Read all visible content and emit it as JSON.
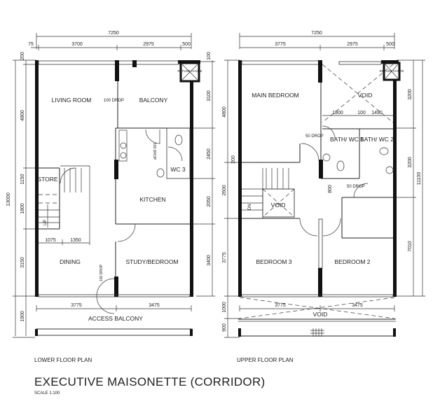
{
  "title": "EXECUTIVE MAISONETTE (CORRIDOR)",
  "scale": "SCALE   1:100",
  "lower": {
    "caption": "LOWER FLOOR PLAN",
    "rooms": {
      "living": "LIVING ROOM",
      "balcony": "BALCONY",
      "wc3": "WC 3",
      "kitchen": "KITCHEN",
      "store": "STORE",
      "dining": "DINING",
      "study": "STUDY/BEDROOM",
      "access": "ACCESS BALCONY",
      "refuse": "REFUSE CHUTE",
      "up": "UP"
    },
    "notes": {
      "drop1": "100 DROP",
      "drop2": "100 DROP",
      "drop3": "100 DROP"
    },
    "dims": {
      "total_w": "7250",
      "w75": "75",
      "w3700": "3700",
      "w2975": "2975",
      "w500": "500",
      "b3775": "3775",
      "b3475": "3475",
      "s1075": "1075",
      "s1350": "1350",
      "total_h": "13000",
      "l200": "200",
      "l4800": "4800",
      "l1150": "1150",
      "l1800": "1800",
      "l3150": "3150",
      "l1900": "1900",
      "r100": "100",
      "r3100": "3100",
      "r2450": "2450",
      "r2050": "2050",
      "r3400": "3400"
    }
  },
  "upper": {
    "caption": "UPPER FLOOR PLAN",
    "rooms": {
      "main": "MAIN BEDROOM",
      "void_top": "VOID",
      "bath1": "BATH/ WC 1",
      "bath2": "BATH/ WC 2",
      "void_stair": "VOID",
      "bed3": "BEDROOM 3",
      "bed2": "BEDROOM 2",
      "void_bottom": "VOID",
      "refuse": "REFUSE CHUTE",
      "dn": "DN"
    },
    "notes": {
      "drop1": "50 DROP",
      "drop2": "50 DROP"
    },
    "dims": {
      "total_w": "7250",
      "w3775": "3775",
      "w2975": "2975",
      "w500": "500",
      "v1800": "1800",
      "v100": "100",
      "v1490": "1490",
      "b3775": "3775",
      "b3475": "3475",
      "l4800": "4800",
      "l200": "200",
      "l2600": "2600",
      "l3775": "3775",
      "l1000": "1000",
      "l900": "900",
      "r3200a": "3200",
      "r3200b": "3200",
      "r7010": "7010",
      "r11100": "11100",
      "s800": "800"
    }
  }
}
